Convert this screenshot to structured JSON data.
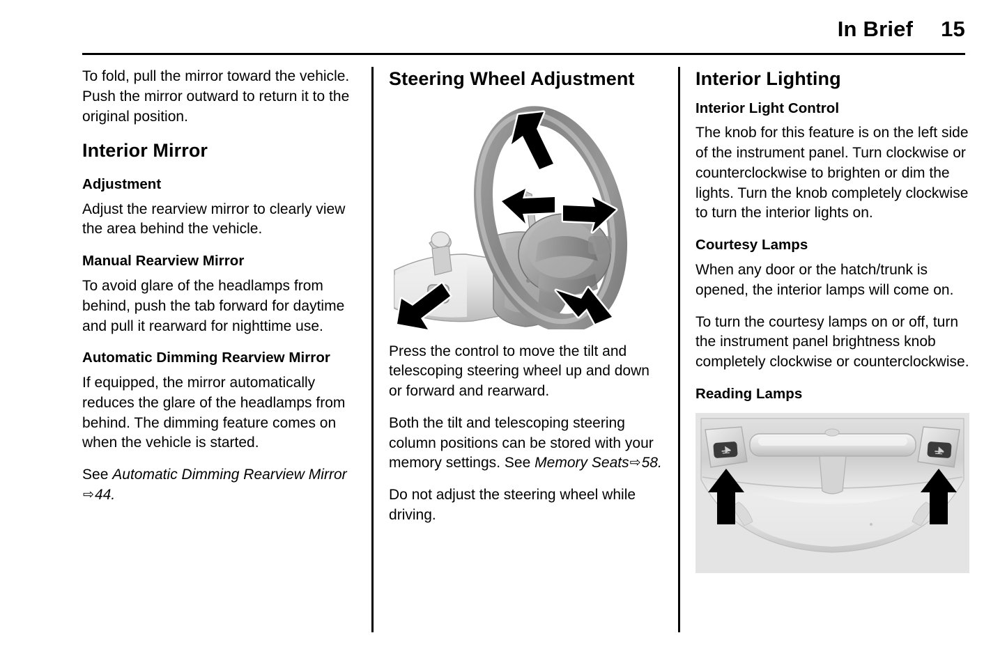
{
  "header": {
    "section": "In Brief",
    "page_number": "15"
  },
  "columns": {
    "col1": {
      "intro": "To fold, pull the mirror toward the vehicle. Push the mirror outward to return it to the original position.",
      "heading_interior_mirror": "Interior Mirror",
      "heading_adjustment": "Adjustment",
      "adjustment_body": "Adjust the rearview mirror to clearly view the area behind the vehicle.",
      "heading_manual_rearview": "Manual Rearview Mirror",
      "manual_body": "To avoid glare of the headlamps from behind, push the tab forward for daytime and pull it rearward for nighttime use.",
      "heading_auto_dimming": "Automatic Dimming Rearview Mirror",
      "auto_dimming_body": "If equipped, the mirror automatically reduces the glare of the headlamps from behind. The dimming feature comes on when the vehicle is started.",
      "xref_see": "See ",
      "xref_title": "Automatic Dimming Rearview Mirror",
      "xref_arrow": "⇨",
      "xref_page": "44",
      "xref_period": "."
    },
    "col2": {
      "heading": "Steering Wheel Adjustment",
      "figure_name": "steering-wheel-tilt-telescope-illustration",
      "body_1": "Press the control to move the tilt and telescoping steering wheel up and down or forward and rearward.",
      "body_2_before": "Both the tilt and telescoping steering column positions can be stored with your memory settings. See ",
      "body_2_xref_title": "Memory Seats",
      "body_2_arrow": "⇨",
      "body_2_page": "58",
      "body_2_period": ".",
      "body_3": "Do not adjust the steering wheel while driving."
    },
    "col3": {
      "heading": "Interior Lighting",
      "heading_light_control": "Interior Light Control",
      "light_control_body": "The knob for this feature is on the left side of the instrument panel. Turn clockwise or counterclockwise to brighten or dim the lights. Turn the knob completely clockwise to turn the interior lights on.",
      "heading_courtesy": "Courtesy Lamps",
      "courtesy_body_1": "When any door or the hatch/trunk is opened, the interior lamps will come on.",
      "courtesy_body_2": "To turn the courtesy lamps on or off, turn the instrument panel brightness knob completely clockwise or counterclockwise.",
      "heading_reading": "Reading Lamps",
      "figure_name": "overhead-console-reading-lamps-illustration"
    }
  },
  "colors": {
    "text": "#000000",
    "rule": "#000000",
    "figure_background": "#e4e4e4"
  }
}
